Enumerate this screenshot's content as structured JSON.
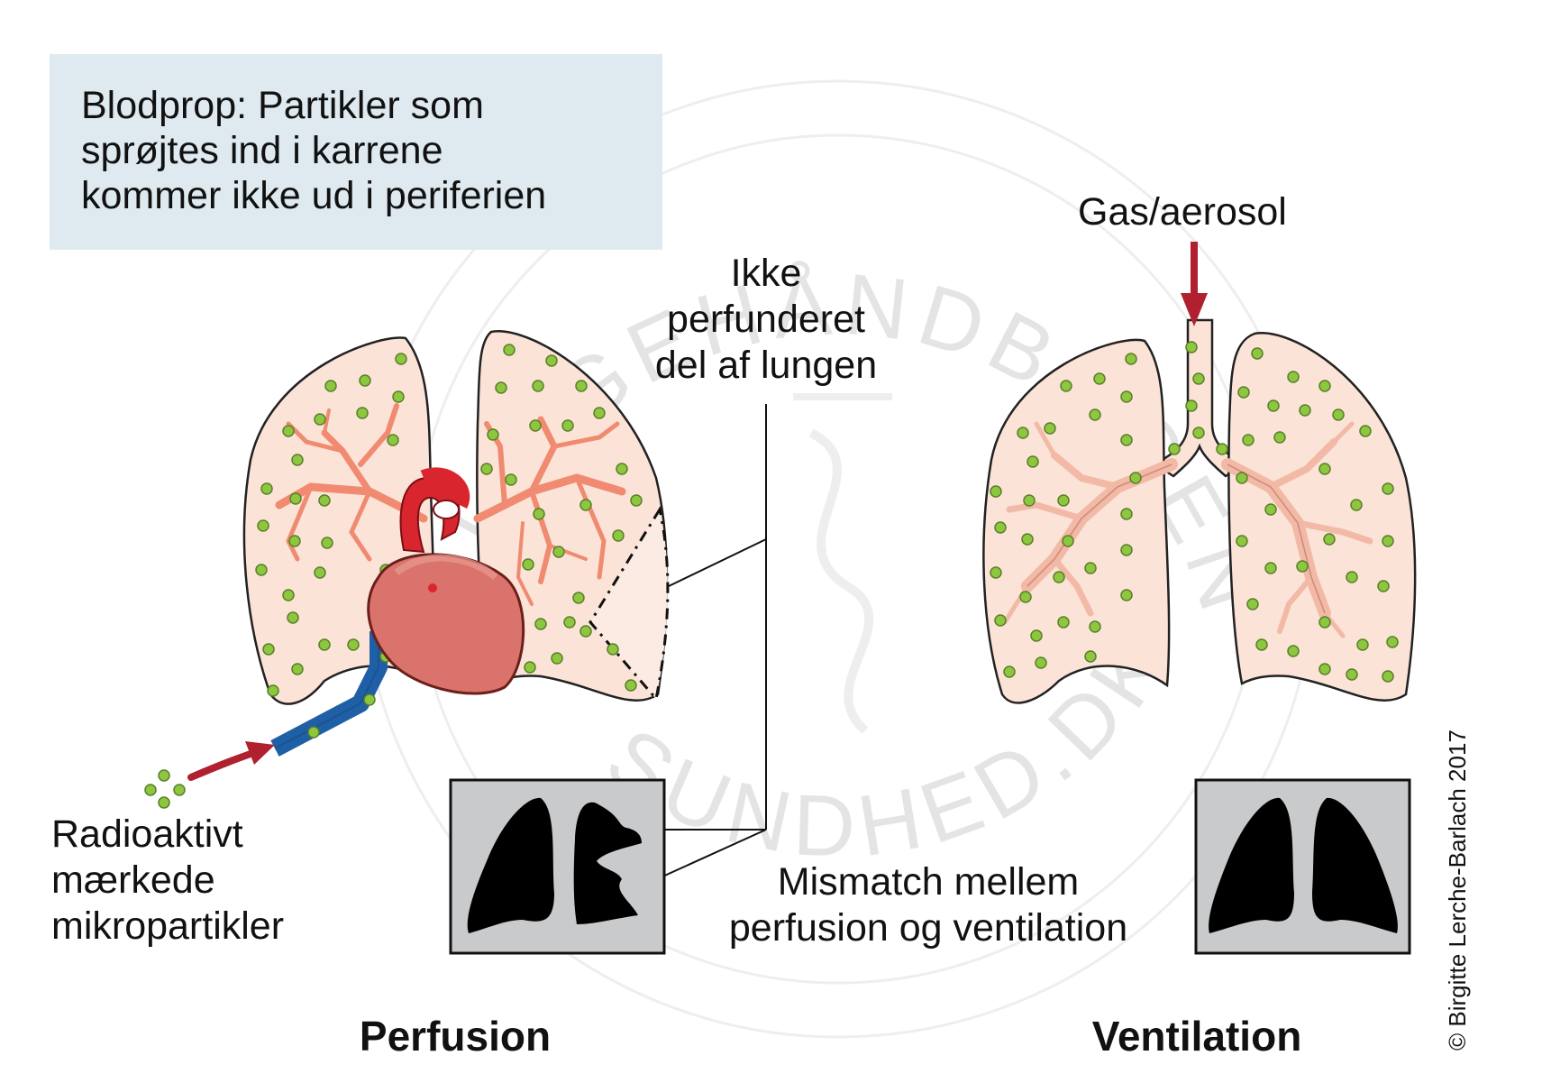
{
  "callout": {
    "lines": [
      "Blodprop: Partikler som",
      "sprøjtes ind i karrene",
      "kommer ikke ud i periferien"
    ]
  },
  "labels": {
    "not_perfused": [
      "Ikke",
      "perfunderet",
      "del af lungen"
    ],
    "gas_aerosol": "Gas/aerosol",
    "radioactive": [
      "Radioaktivt",
      "mærkede",
      "mikropartikler"
    ],
    "mismatch": [
      "Mismatch mellem",
      "perfusion og ventilation"
    ]
  },
  "headings": {
    "perfusion": "Perfusion",
    "ventilation": "Ventilation"
  },
  "copyright": "© Birgitte Lerche-Barlach 2017",
  "watermark": {
    "top_text": "LÆGEHÅNDBOGEN",
    "bottom_text": "SUNDHED.DK"
  },
  "colors": {
    "lung_fill": "#fbe3d8",
    "particle": "#8dc63f",
    "vessel": "#f08a70",
    "aorta": "#d9252e",
    "heart": "#d9736b",
    "vein": "#1f5fa5",
    "arrow": "#b0202f",
    "callout_bg": "#dfeaf0",
    "scan_bg": "#c8cacc"
  },
  "icons": {
    "heart": "heart-icon",
    "lungs": "lungs-icon",
    "arrow": "arrow-icon"
  }
}
